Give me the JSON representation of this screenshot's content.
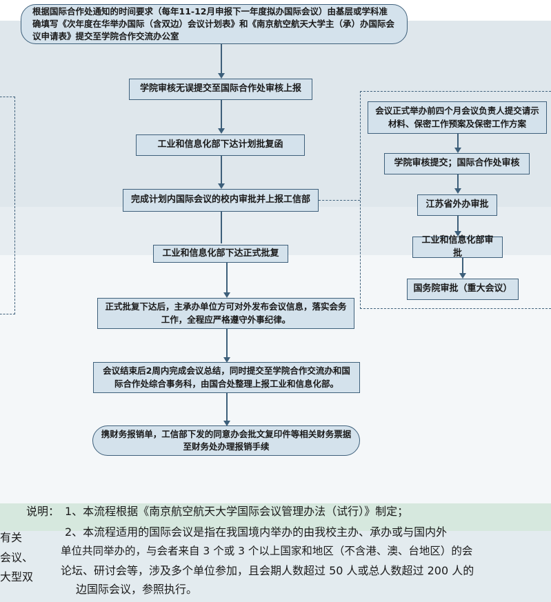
{
  "flow": {
    "n1": "根据国际合作处通知的时间要求（每年11-12月申报下一年度拟办国际会议）由基层或学科准确填写《次年度在华举办国际（含双边）会议计划表》和《南京航空航天大学主（承）办国际会议申请表》提交至学院合作交流办公室",
    "n2": "学院审核无误提交至国际合作处审核上报",
    "n3": "工业和信息化部下达计划批复函",
    "n4": "完成计划内国际会议的校内审批并上报工信部",
    "n5": "工业和信息化部下达正式批复",
    "n6": "正式批复下达后，主承办单位方可对外发布会议信息，落实会务工作，全程应严格遵守外事纪律。",
    "n7": "会议结束后2周内完成会议总结，同时提交至学院合作交流办和国际合作处综合事务科，由国合处整理上报工业和信息化部。",
    "n8": "携财务报销单，工信部下发的同意办会批文复印件等相关财务票据至财务处办理报销手续"
  },
  "side_flow": {
    "s1": "会议正式举办前四个月会议负责人提交请示材料、保密工作预案及保密工作方案",
    "s2": "学院审核提交；国际合作处审核",
    "s3": "江苏省外办审批",
    "s4": "工业和信息化部审批",
    "s5": "国务院审批（重大会议）"
  },
  "notes": {
    "label": "说明：",
    "item1": "1、本流程根据《南京航空航天大学国际会议管理办法（试行）》制定；",
    "item2_a": "2、本流程适用的国际会议是指在我国境内举办的由我校主办、承办或与国内外",
    "item2_b": "单位共同举办的，与会者来自 3 个或 3 个以上国家和地区（不含港、澳、台地区）的会",
    "item2_c": "论坛、研讨会等，涉及多个单位参加，且会期人数超过 50 人或总人数超过 200 人的",
    "item2_d": "边国际会议，参照执行。"
  },
  "left_fragments": {
    "f1": "有关",
    "f2": "会议、",
    "f3": "大型双"
  },
  "colors": {
    "node_fill": "#d4e2ec",
    "node_border": "#3d5f7a"
  }
}
